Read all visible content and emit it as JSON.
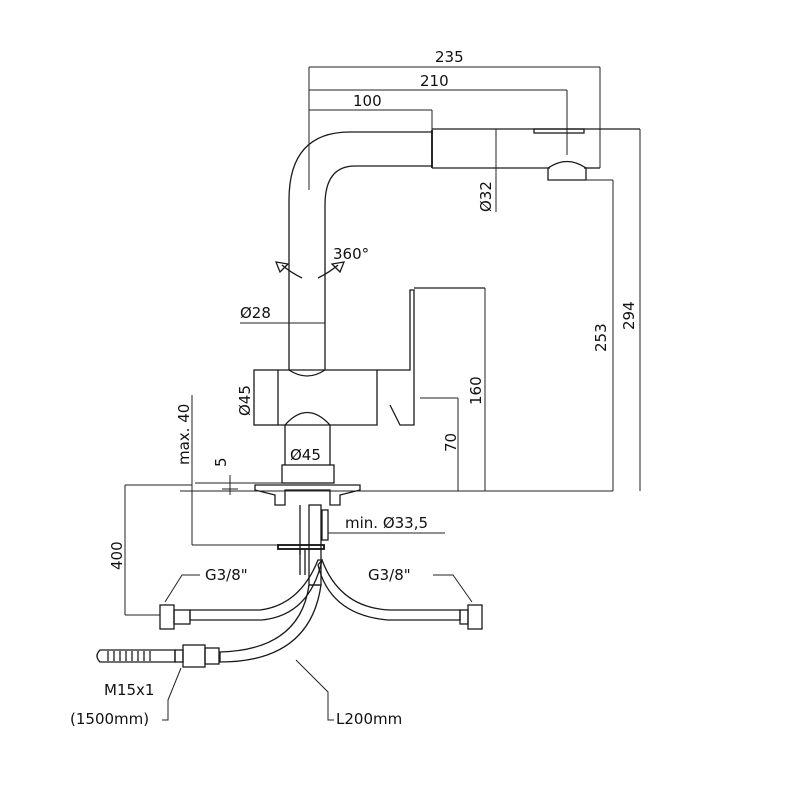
{
  "drawing": {
    "subject": "Kitchen faucet with pull-out spout — dimensional drawing",
    "dimensions": {
      "overall_reach": "235",
      "spray_head_reach": "210",
      "bend_reach": "100",
      "spout_diameter": "Ø32",
      "rotation": "360°",
      "column_diameter": "Ø28",
      "body_diameter": "Ø45",
      "base_diameter": "Ø45",
      "lever_height": "160",
      "body_height": "70",
      "outlet_height": "253",
      "total_height": "294",
      "max_deck_thickness": "max. 40",
      "gasket_thickness": "5",
      "hole_diameter": "min. Ø33,5",
      "hose_length_vertical": "400"
    },
    "connections": {
      "left_inlet": "G3/8\"",
      "right_inlet": "G3/8\"",
      "shower_thread": "M15x1",
      "shower_hose_length": "(1500mm)",
      "inlet_hose_length": "L200mm"
    }
  }
}
